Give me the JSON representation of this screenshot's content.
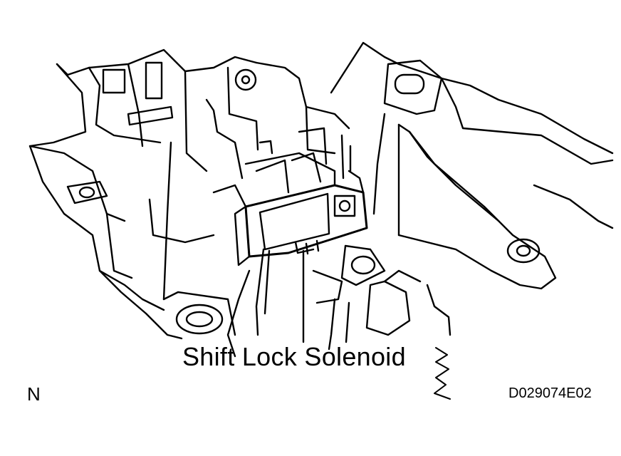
{
  "figure": {
    "callout_label": "Shift Lock Solenoid",
    "corner_letter": "N",
    "figure_id": "D029074E02"
  },
  "colors": {
    "ink": "#000000",
    "paper": "#ffffff"
  }
}
